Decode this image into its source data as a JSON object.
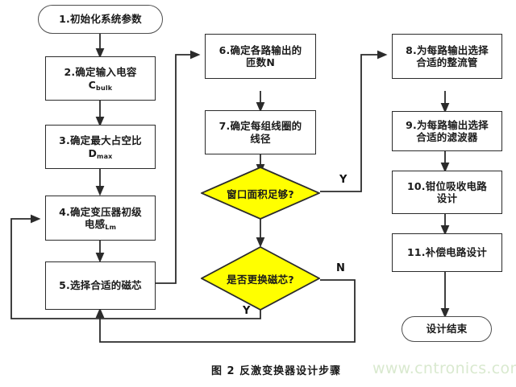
{
  "figure": {
    "caption": "图 2  反激变换器设计步骤",
    "watermark": "www.cntronics.com",
    "colors": {
      "decision_fill": "#FFFF00",
      "process_fill": "#FFFFFF",
      "line": "#2b2b2b",
      "watermark": "#d9e9cf"
    }
  },
  "nodes": {
    "start": {
      "label": "1.初始化系统参数",
      "shape": "terminal"
    },
    "step2": {
      "line1": "2.确定输入电容",
      "line2": "C",
      "sub2": "bulk",
      "shape": "process"
    },
    "step3": {
      "line1": "3.确定最大占空比",
      "line2": "D",
      "sub2": "max",
      "shape": "process"
    },
    "step4": {
      "line1": "4.确定变压器初级",
      "line2": "电感",
      "sub2": "Lm",
      "shape": "process"
    },
    "step5": {
      "label": "5.选择合适的磁芯",
      "shape": "process"
    },
    "step6": {
      "line1": "6.确定各路输出的",
      "line2": "匝数N",
      "shape": "process"
    },
    "step7": {
      "line1": "7.确定每组线圈的",
      "line2": "线径",
      "shape": "process"
    },
    "decision1": {
      "label": "窗口面积足够?",
      "shape": "decision"
    },
    "decision2": {
      "label": "是否更换磁芯?",
      "shape": "decision"
    },
    "step8": {
      "line1": "8.为每路输出选择",
      "line2": "合适的整流管",
      "shape": "process"
    },
    "step9": {
      "line1": "9.为每路输出选择",
      "line2": "合适的滤波器",
      "shape": "process"
    },
    "step10": {
      "line1": "10.钳位吸收电路",
      "line2": "设计",
      "shape": "process"
    },
    "step11": {
      "label": "11.补偿电路设计",
      "shape": "process"
    },
    "end": {
      "label": "设计结束",
      "shape": "terminal"
    }
  },
  "branch_labels": {
    "decision1_yes": "Y",
    "decision2_no": "N",
    "decision2_yes": "Y"
  }
}
